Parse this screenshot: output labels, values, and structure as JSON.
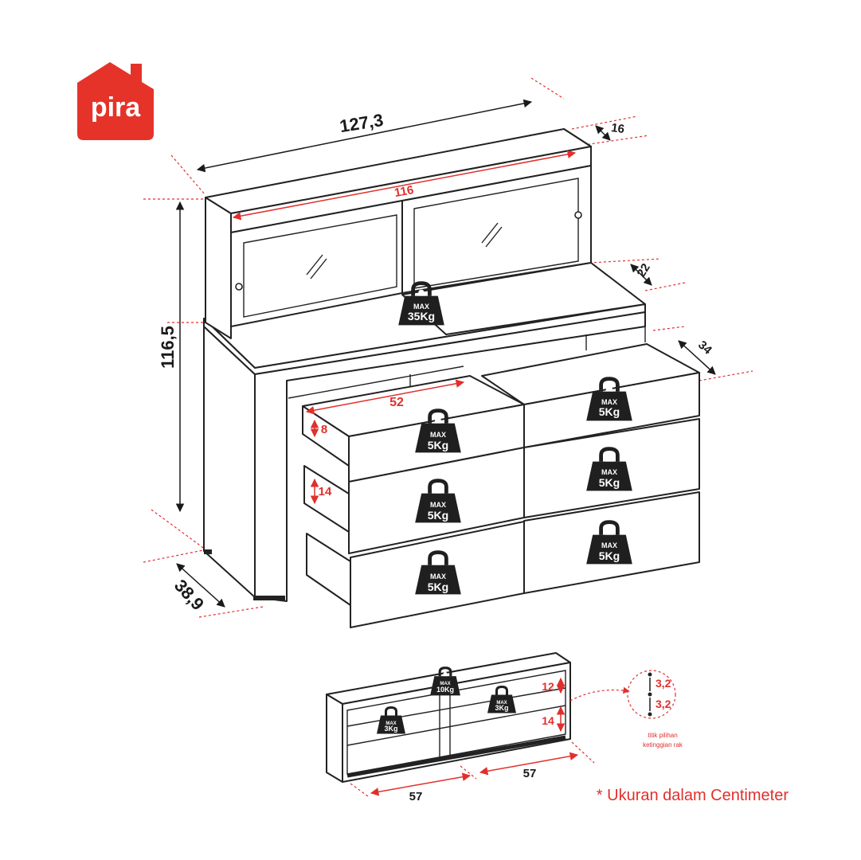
{
  "brand": {
    "name": "pira",
    "color": "#e63329"
  },
  "dimensions": {
    "width_total": "127,3",
    "height_total": "116,5",
    "depth_total": "38,9",
    "top_depth": "16",
    "hutch_inner_width": "116",
    "shelf_depth": "22",
    "drawer_depth": "34",
    "drawer_width": "52",
    "drawer_height_small": "8",
    "drawer_height_large": "14"
  },
  "weights": {
    "hutch_shelf": {
      "max": "MAX",
      "value": "35Kg"
    },
    "drawer": {
      "max": "MAX",
      "value": "5Kg"
    },
    "wall_top": {
      "max": "MAX",
      "value": "10Kg"
    },
    "wall_shelf": {
      "max": "MAX",
      "value": "3Kg"
    }
  },
  "wall_shelf": {
    "height_upper": "12",
    "height_lower": "14",
    "width_left": "57",
    "width_right": "57",
    "callout_top": "3,2",
    "callout_bottom": "3,2",
    "callout_caption_1": "titik pilihan",
    "callout_caption_2": "ketinggian rak"
  },
  "note": "* Ukuran dalam Centimeter",
  "colors": {
    "accent": "#e0302d",
    "line": "#222222",
    "weight_fill": "#1f1f1f"
  }
}
